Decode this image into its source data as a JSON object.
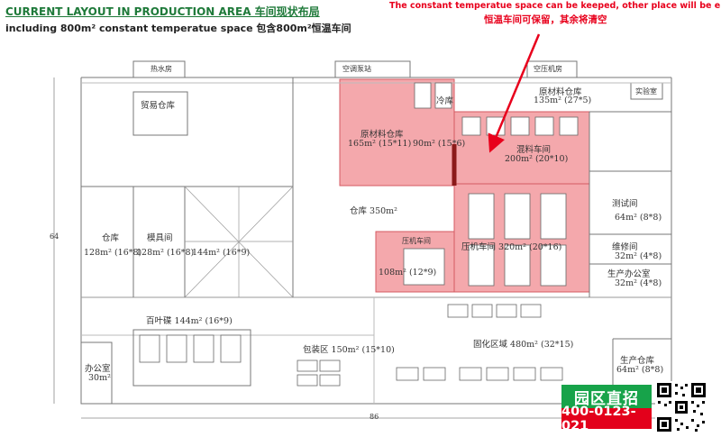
{
  "header": {
    "title": "CURRENT LAYOUT IN PRODUCTION AREA 车间现状布局",
    "subtitle": "including 800m² constant temperatue space 包含800m²恒温车间"
  },
  "note": {
    "english": "The constant temperatue space can be keeped, other place will be  empty",
    "chinese": "恒温车间可保留，其余将清空"
  },
  "rooms": {
    "heat_pump": "热水房",
    "ac_room": "空调泵站",
    "air_compressor": "空压机房",
    "lab": "实验室",
    "trade_warehouse": "贸易仓库",
    "raw_material_warehouse_1": "原材料仓库",
    "raw_material_warehouse_1_area": "165m² (15*11)",
    "cold_storage": "冷库",
    "cold_storage_area": "90m² (15*6)",
    "raw_material_warehouse_2": "原材料仓库",
    "raw_material_warehouse_2_area": "135m² (27*5)",
    "mixing_workshop": "混料车间",
    "mixing_workshop_area": "200m² (20*10)",
    "warehouse_350": "仓库 350m²",
    "warehouse_128": "仓库",
    "warehouse_128_area": "128m² (16*8)",
    "mould_room": "模具间",
    "mould_room_area": "128m² (16*8)",
    "room_144": "144m² (16*9)",
    "press_room_small": "压机车间",
    "press_room_small_area": "108m² (12*9)",
    "press_room_large": "压机车间 320m² (20*16)",
    "test_room": "测试间",
    "test_room_area": "64m² (8*8)",
    "repair_room": "维修间",
    "repair_room_area": "32m² (4*8)",
    "prod_office": "生产办公室",
    "prod_office_area": "32m² (4*8)",
    "louver_room": "百叶碟 144m² (16*9)",
    "packing_area": "包装区 150m² (15*10)",
    "curing_area": "固化区域 480m² (32*15)",
    "office": "办公室",
    "office_area": "30m²",
    "prod_warehouse": "生产仓库",
    "prod_warehouse_area": "64m² (8*8)"
  },
  "dimensions": {
    "side": "64",
    "bottom": "86"
  },
  "badge": {
    "title": "园区直招",
    "phone": "400-0123-021"
  },
  "colors": {
    "heading_green": "#1f7a3a",
    "note_red": "#e8001c",
    "zone_fill": "#f4a8ac",
    "badge_green": "#17a34a",
    "badge_red": "#e3001b"
  }
}
